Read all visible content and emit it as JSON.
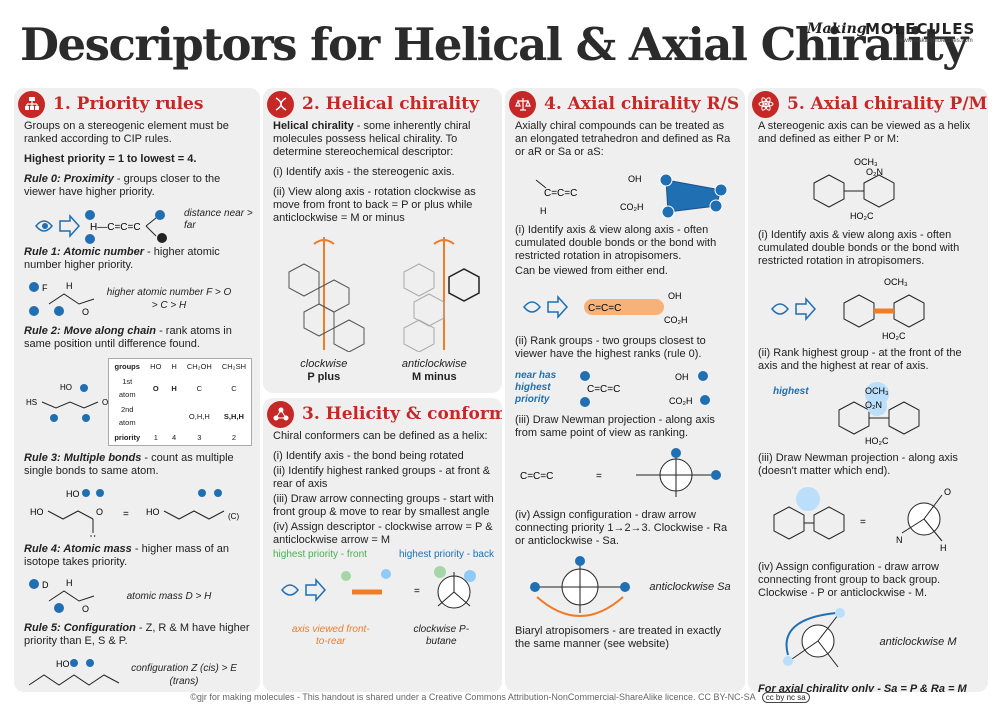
{
  "header": {
    "title": "Descriptors for Helical & Axial Chirality",
    "brand_making": "Making",
    "brand_molecules": "MOLECULES",
    "brand_url": "www.makingmolecules.com"
  },
  "panel1": {
    "title": "1. Priority rules",
    "intro": "Groups on a stereogenic element must be ranked according to CIP rules.",
    "highest": "Highest priority = 1 to lowest = 4.",
    "rule0_title": "Rule 0: Proximity",
    "rule0_text": " - groups closer to the viewer have higher priority.",
    "rule0_note": "distance near > far",
    "rule1_title": "Rule 1: Atomic number",
    "rule1_text": " - higher atomic number higher priority.",
    "rule1_note": "higher atomic number F > O > C > H",
    "rule2_title": "Rule 2: Move along chain",
    "rule2_text": " - rank atoms in same position until difference found.",
    "table": {
      "headers": [
        "groups",
        "HO",
        "H",
        "CH₂OH",
        "CH₂SH"
      ],
      "rows": [
        [
          "1st atom",
          "O",
          "H",
          "C",
          "C"
        ],
        [
          "2nd atom",
          "",
          "",
          "O,H,H",
          "S,H,H"
        ],
        [
          "priority",
          "1",
          "4",
          "3",
          "2"
        ]
      ]
    },
    "rule3_title": "Rule 3: Multiple bonds",
    "rule3_text": " - count as multiple single bonds to same atom.",
    "rule4_title": "Rule 4: Atomic mass",
    "rule4_text": " - higher mass of an isotope takes priority.",
    "rule4_note": "atomic mass D > H",
    "rule5_title": "Rule 5: Configuration",
    "rule5_text": " - Z, R & M have higher priority than E, S & P.",
    "rule5_note": "configuration Z (cis) > E (trans)"
  },
  "panel2": {
    "title": "2. Helical chirality",
    "intro_bold": "Helical chirality",
    "intro": " - some inherently chiral molecules possess helical chirality. To determine stereochemical descriptor:",
    "step1": "(i) Identify axis - the stereogenic axis.",
    "step2": "(ii) View along axis - rotation clockwise as move from front to back = P or plus while anticlockwise = M or minus",
    "label_cw": "clockwise",
    "label_cw2": "P plus",
    "label_acw": "anticlockwise",
    "label_acw2": "M minus"
  },
  "panel3": {
    "title": "3. Helicity & conformers",
    "intro": "Chiral conformers can be defined as a helix:",
    "step1": "(i) Identify axis - the bond being rotated",
    "step2": "(ii) Identify highest ranked groups - at front & rear of axis",
    "step3": "(iii) Draw arrow connecting groups - start with front group & move to rear by smallest angle",
    "step4": "(iv) Assign descriptor - clockwise arrow = P & anticlockwise arrow = M",
    "label_front": "highest priority - front",
    "label_back": "highest priority - back",
    "label_axis": "axis viewed front-to-rear",
    "label_result": "clockwise P-butane"
  },
  "panel4": {
    "title": "4. Axial chirality R/S",
    "intro": "Axially chiral compounds can be treated as an elongated tetrahedron and defined as Ra or aR or Sa or aS:",
    "step1": "(i) Identify axis & view along axis - often cumulated double bonds or the bond with restricted rotation in atropisomers.",
    "step1b": "Can be viewed from either end.",
    "step2": "(ii) Rank groups - two groups closest to viewer have the highest ranks (rule 0).",
    "near_label": "near has highest priority",
    "step3": "(iii) Draw Newman projection - along axis from same point of view as ranking.",
    "step4": "(iv) Assign configuration - draw arrow connecting priority 1→2→3. Clockwise - Ra or anticlockwise - Sa.",
    "result": "anticlockwise Sa",
    "biaryl": "Biaryl atropisomers - are treated in exactly the same manner (see website)"
  },
  "panel5": {
    "title": "5. Axial chirality P/M",
    "intro": "A stereogenic axis can be viewed as a helix and defined as either P or M:",
    "step1": "(i) Identify axis & view along axis - often cumulated double bonds or the bond with restricted rotation in atropisomers.",
    "step2": "(ii) Rank highest group - at the front of the axis and the highest at rear of axis.",
    "step3": "(iii) Draw Newman projection - along axis (doesn't matter which end).",
    "step4": "(iv) Assign configuration - draw arrow connecting front group to back group. Clockwise - P or anticlockwise - M.",
    "result": "anticlockwise M",
    "final": "For axial chirality only - Sa = P & Ra = M",
    "label_highest": "highest"
  },
  "footer": {
    "text": "©gjr for making molecules - This handout is shared under a Creative Commons Attribution-NonCommercial-ShareAlike licence. CC BY-NC-SA",
    "badge": "cc by nc sa"
  },
  "colors": {
    "accent": "#c62828",
    "highlight_blue": "#1f6fb2",
    "orange": "#f07c28",
    "panel_bg": "#efefef"
  }
}
